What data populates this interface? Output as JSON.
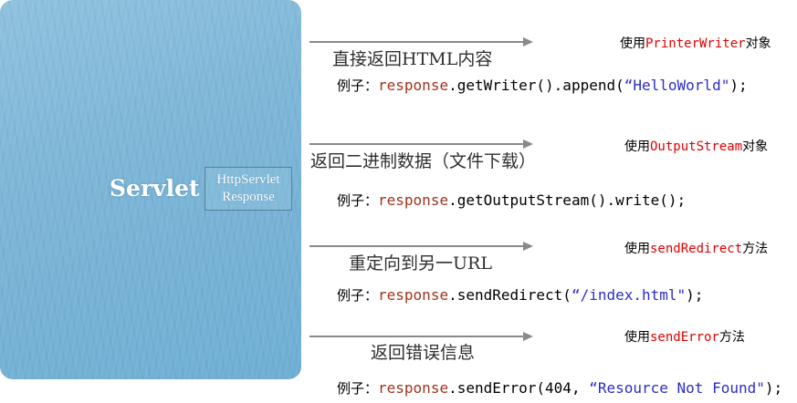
{
  "servlet": {
    "title": "Servlet",
    "response_box_line1": "HttpServlet",
    "response_box_line2": "Response"
  },
  "example_prefix": "例子：",
  "rows": [
    {
      "category": "直接返回HTML内容",
      "use_prefix": "使用",
      "use_highlight": "PrinterWriter",
      "use_suffix": "对象",
      "code_obj": "response",
      "code_call": ".getWriter().append(",
      "code_arg": "“HelloWorld\"",
      "code_end": ");"
    },
    {
      "category": "返回二进制数据（文件下载）",
      "use_prefix": "使用",
      "use_highlight": "OutputStream",
      "use_suffix": "对象",
      "code_obj": "response",
      "code_call": ".getOutputStream().write();",
      "code_arg": "",
      "code_end": ""
    },
    {
      "category": "重定向到另一URL",
      "use_prefix": "使用",
      "use_highlight": "sendRedirect",
      "use_suffix": "方法",
      "code_obj": "response",
      "code_call": ".sendRedirect(",
      "code_arg": "“/index.html\"",
      "code_end": ");"
    },
    {
      "category": "返回错误信息",
      "use_prefix": "使用",
      "use_highlight": "sendError",
      "use_suffix": "方法",
      "code_obj": "response",
      "code_call": ".sendError(404, ",
      "code_arg": "“Resource Not Found\"",
      "code_end": ");"
    }
  ]
}
